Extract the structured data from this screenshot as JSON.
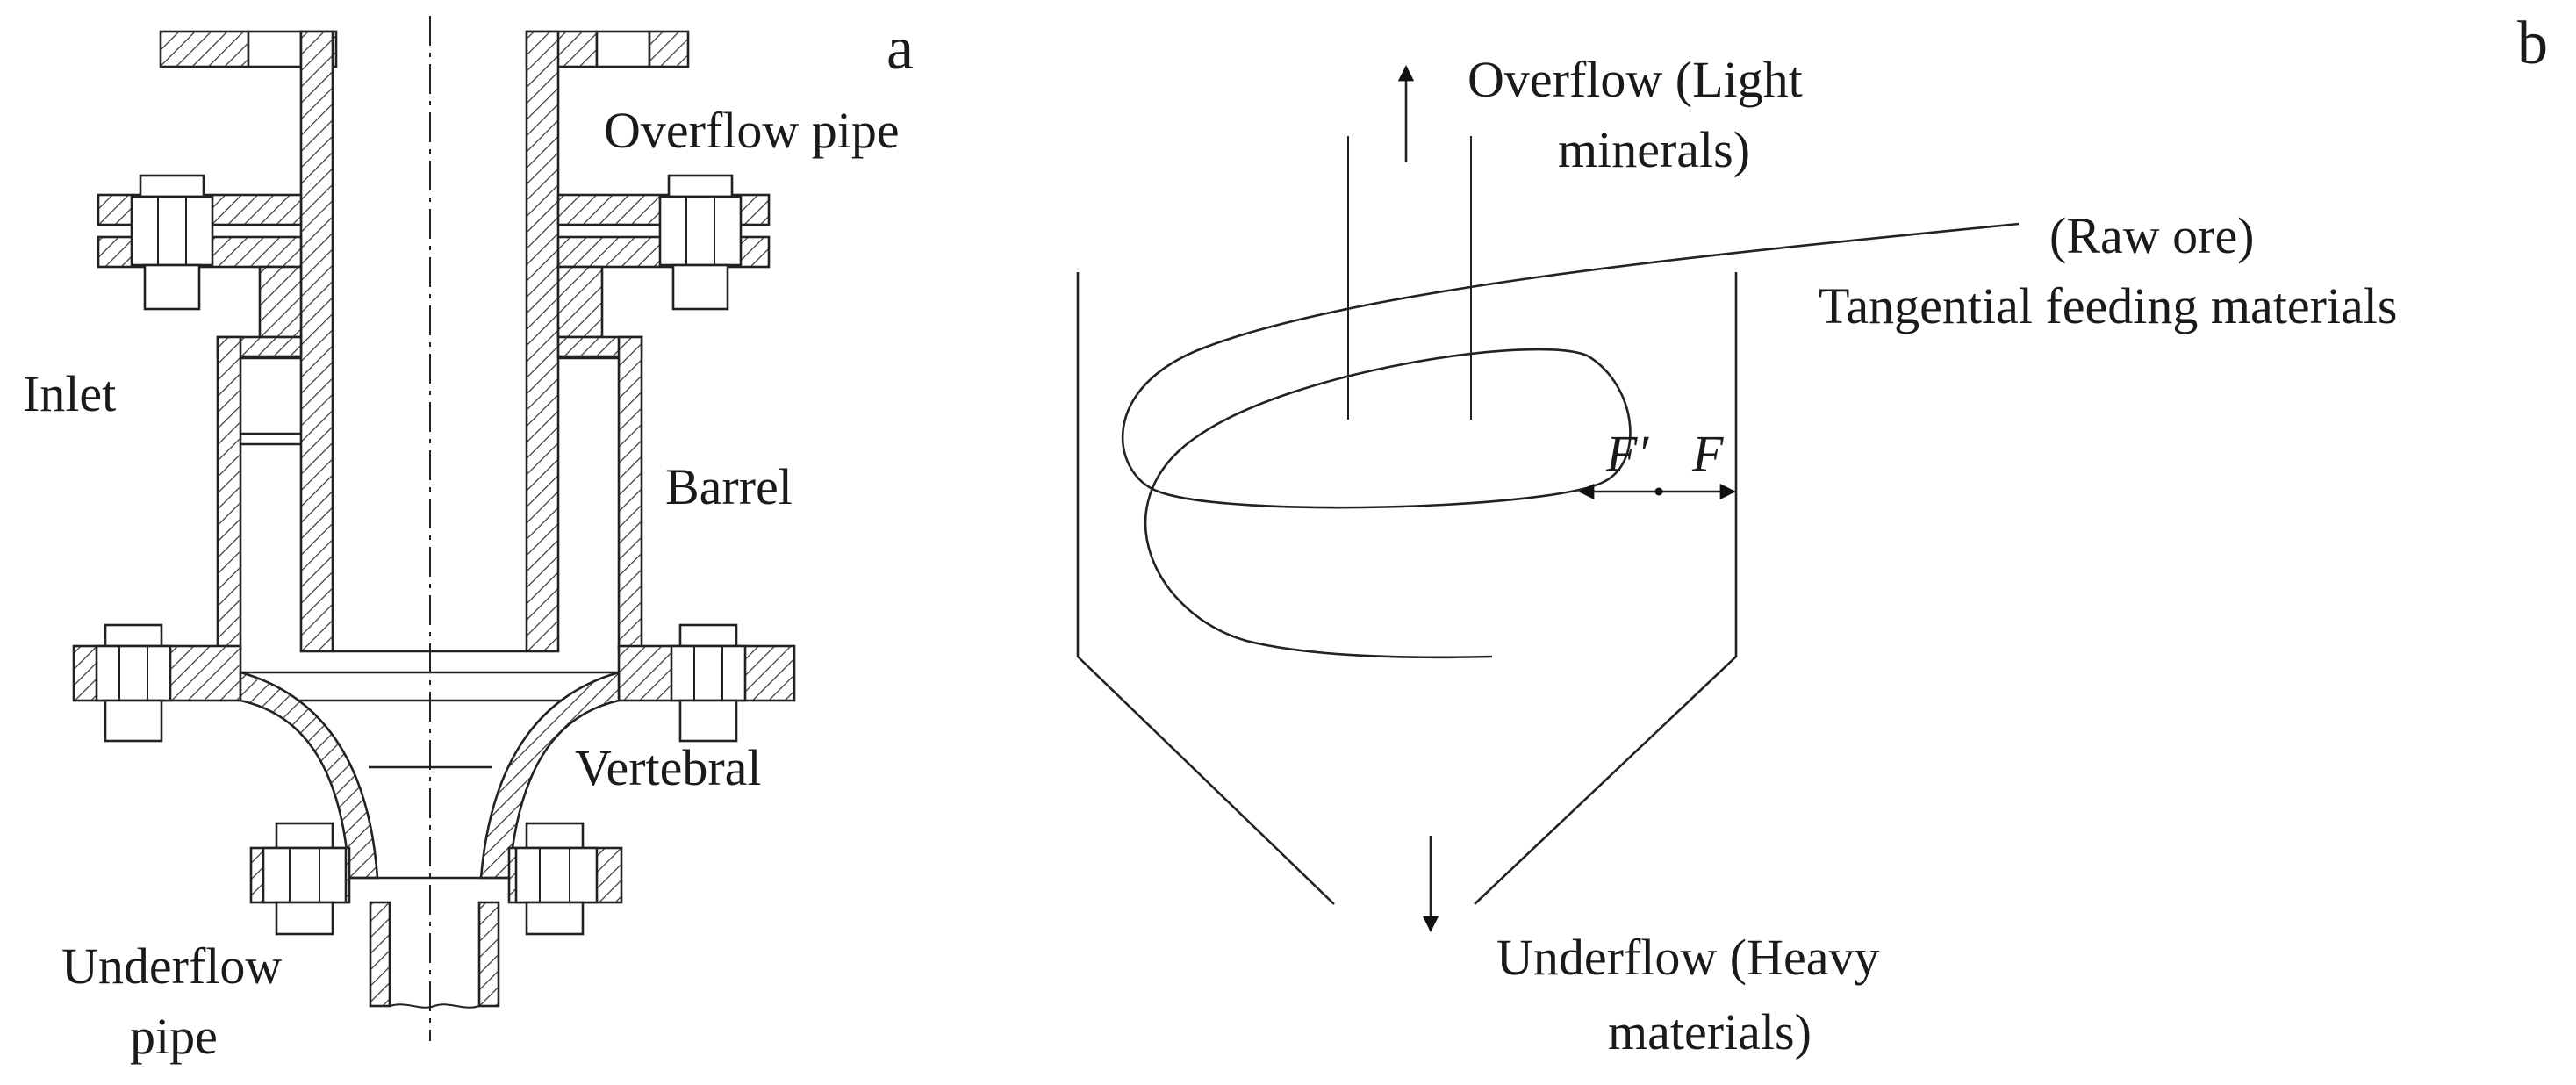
{
  "panels": {
    "a": {
      "label": "a",
      "parts": {
        "overflow_pipe": "Overflow pipe",
        "inlet": "Inlet",
        "barrel": "Barrel",
        "vertebral": "Vertebral",
        "underflow_pipe_line1": "Underflow",
        "underflow_pipe_line2": "pipe"
      }
    },
    "b": {
      "label": "b",
      "overflow_line1": "Overflow (Light",
      "overflow_line2": "minerals)",
      "raw_ore": "(Raw ore)",
      "feed": "Tangential feeding materials",
      "force_inward": "F′",
      "force_outward": "F",
      "underflow_line1": "Underflow (Heavy",
      "underflow_line2": "materials)"
    }
  }
}
